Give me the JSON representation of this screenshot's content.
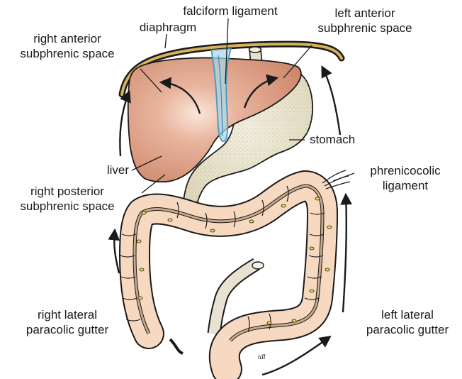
{
  "labels": {
    "falciform_ligament": "falciform ligament",
    "diaphragm": "diaphragm",
    "left_anterior_1": "left anterior",
    "left_anterior_2": "subphrenic space",
    "right_anterior_1": "right anterior",
    "right_anterior_2": "subphrenic space",
    "stomach": "stomach",
    "liver": "liver",
    "right_posterior_1": "right posterior",
    "right_posterior_2": "subphrenic space",
    "phrenicocolic_1": "phrenicocolic",
    "phrenicocolic_2": "ligament",
    "right_lateral_1": "right lateral",
    "right_lateral_2": "paracolic gutter",
    "left_lateral_1": "left lateral",
    "left_lateral_2": "paracolic gutter",
    "signature": "tdl"
  },
  "colors": {
    "liver": "#d99a80",
    "liver_highlight": "#f4d6c4",
    "stomach": "#e8e2cc",
    "colon": "#f7d8c0",
    "taenia": "#c7a98c",
    "fat": "#e6e04a",
    "diaphragm": "#d6b25a",
    "falciform": "#8fc8e0",
    "ink": "#1a1a1a"
  }
}
